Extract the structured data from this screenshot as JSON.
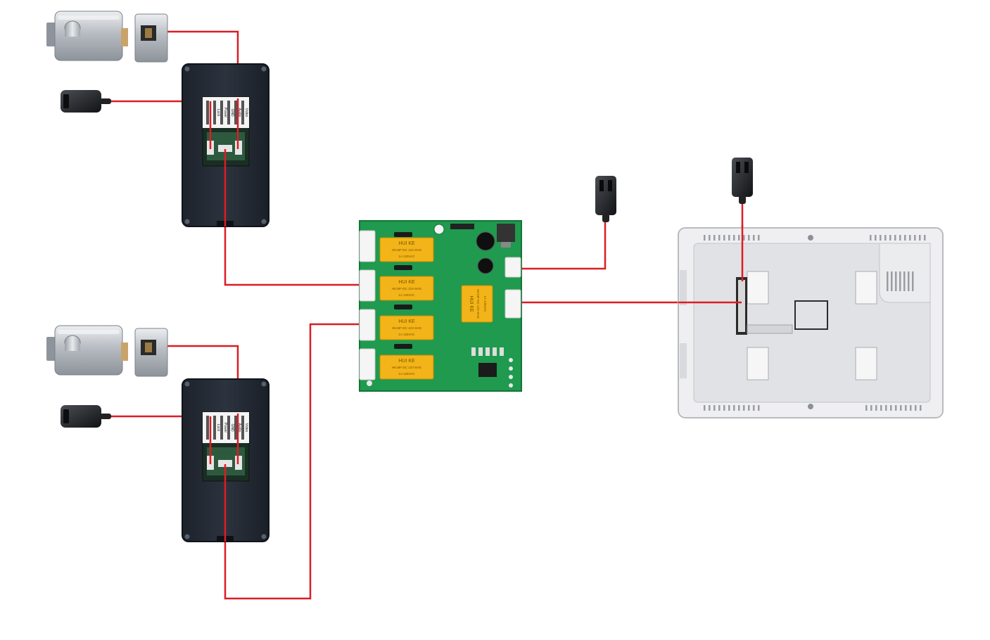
{
  "relay_board": {
    "relays": [
      {
        "brand": "HUI KE",
        "model": "HK19F-DC 12V-SHG",
        "rating": "1A 125VAC"
      },
      {
        "brand": "HUI KE",
        "model": "HK19F-DC 12V-SHG",
        "rating": "1A 125VAC"
      },
      {
        "brand": "HUI KE",
        "model": "HK19F-DC 12V-SHG",
        "rating": "1A 125VAC"
      },
      {
        "brand": "HUI KE",
        "model": "HK19F-DC 12V-SHG",
        "rating": "1A 125VAC"
      },
      {
        "brand": "HUI KE",
        "model": "HK19F-DC 12V-SHG",
        "rating": "1A 125VAC"
      }
    ]
  },
  "door_station_label": {
    "lines": [
      "Video",
      "Audio",
      "GND",
      "Power",
      "Lock"
    ]
  },
  "colors": {
    "wire": "#dd1c24",
    "pcb": "#1f9a4e",
    "relay": "#f2b418",
    "door_panel": "#262c36",
    "monitor": "#e6e7e9"
  }
}
